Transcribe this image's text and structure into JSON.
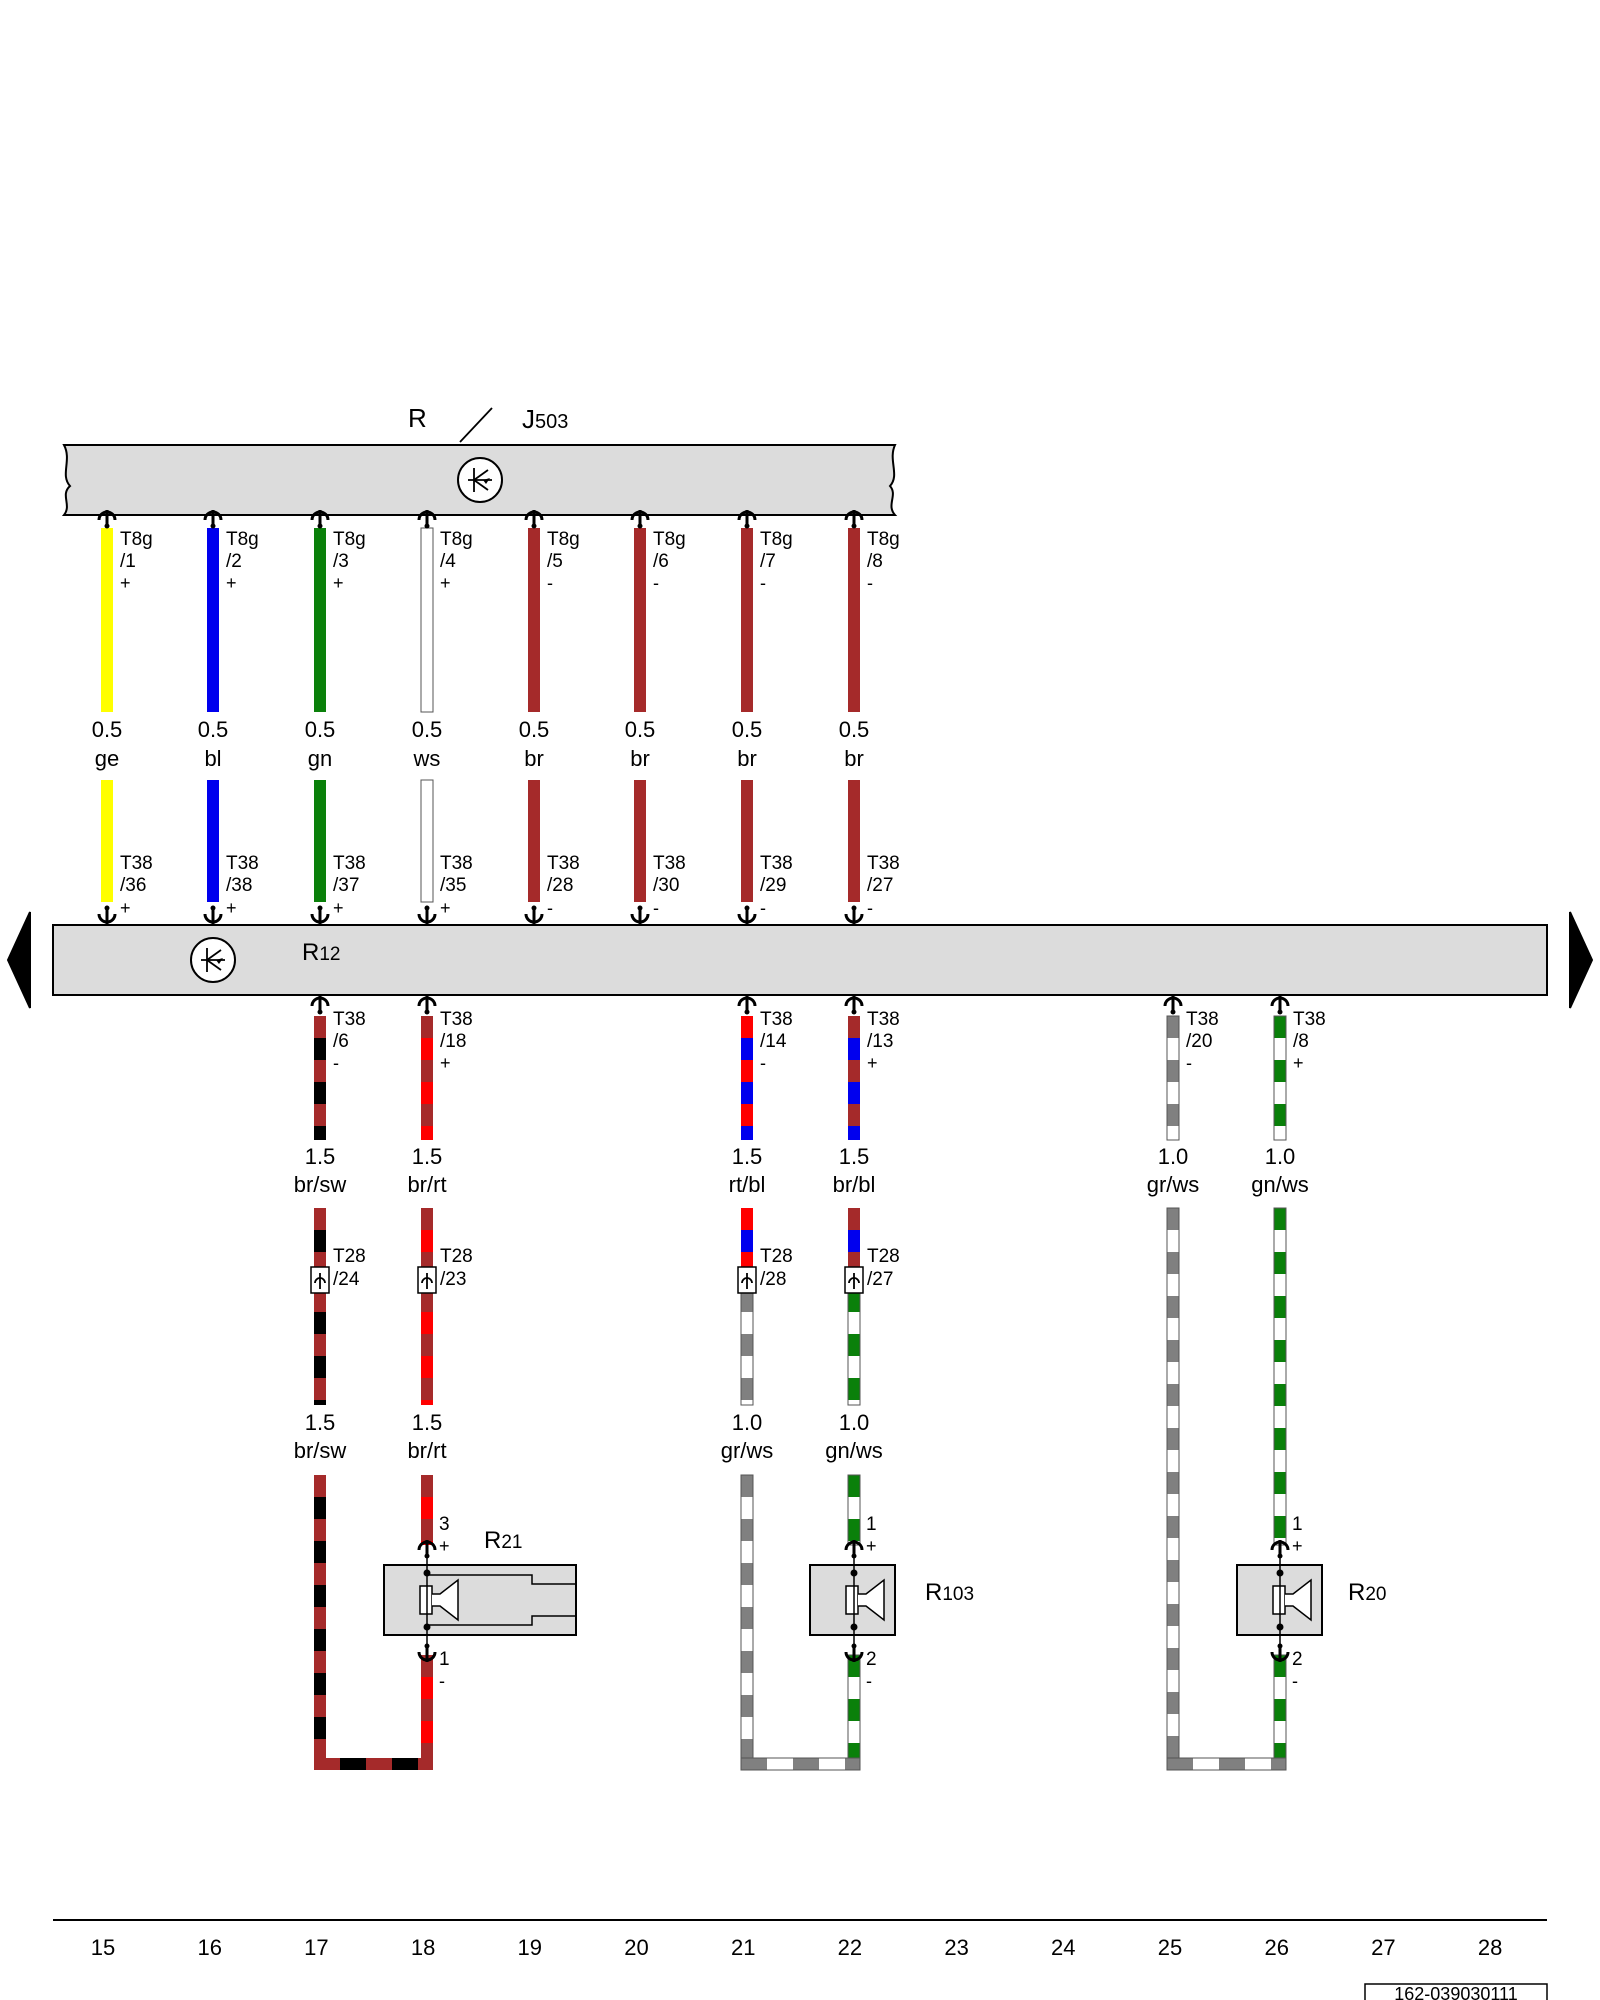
{
  "top_label": {
    "r": "R",
    "j_main": "J",
    "j_sub": "503"
  },
  "r12": {
    "main": "R",
    "sub": "12"
  },
  "r21": {
    "main": "R",
    "sub": "21"
  },
  "r103": {
    "main": "R",
    "sub": "103"
  },
  "r20": {
    "main": "R",
    "sub": "20"
  },
  "upper_wires": [
    {
      "conn": "T8g",
      "pin": "/1",
      "pol": "+",
      "size": "0.5",
      "color": "ge",
      "lower_conn": "T38",
      "lower_pin": "/36",
      "lower_pol": "+",
      "stripes": [
        "#ffff00"
      ]
    },
    {
      "conn": "T8g",
      "pin": "/2",
      "pol": "+",
      "size": "0.5",
      "color": "bl",
      "lower_conn": "T38",
      "lower_pin": "/38",
      "lower_pol": "+",
      "stripes": [
        "#0000ee"
      ]
    },
    {
      "conn": "T8g",
      "pin": "/3",
      "pol": "+",
      "size": "0.5",
      "color": "gn",
      "lower_conn": "T38",
      "lower_pin": "/37",
      "lower_pol": "+",
      "stripes": [
        "#0a800a"
      ]
    },
    {
      "conn": "T8g",
      "pin": "/4",
      "pol": "+",
      "size": "0.5",
      "color": "ws",
      "lower_conn": "T38",
      "lower_pin": "/35",
      "lower_pol": "+",
      "stripes": [
        "#ffffff"
      ]
    },
    {
      "conn": "T8g",
      "pin": "/5",
      "pol": "-",
      "size": "0.5",
      "color": "br",
      "lower_conn": "T38",
      "lower_pin": "/28",
      "lower_pol": "-",
      "stripes": [
        "#a52a2a"
      ]
    },
    {
      "conn": "T8g",
      "pin": "/6",
      "pol": "-",
      "size": "0.5",
      "color": "br",
      "lower_conn": "T38",
      "lower_pin": "/30",
      "lower_pol": "-",
      "stripes": [
        "#a52a2a"
      ]
    },
    {
      "conn": "T8g",
      "pin": "/7",
      "pol": "-",
      "size": "0.5",
      "color": "br",
      "lower_conn": "T38",
      "lower_pin": "/29",
      "lower_pol": "-",
      "stripes": [
        "#a52a2a"
      ]
    },
    {
      "conn": "T8g",
      "pin": "/8",
      "pol": "-",
      "size": "0.5",
      "color": "br",
      "lower_conn": "T38",
      "lower_pin": "/27",
      "lower_pol": "-",
      "stripes": [
        "#a52a2a"
      ]
    }
  ],
  "lower_wires": [
    {
      "col": 17,
      "conn": "T38",
      "pin": "/6",
      "pol": "-",
      "size1": "1.5",
      "color1": "br/sw",
      "c1": [
        "#a52a2a",
        "#000000"
      ],
      "t28": "T28",
      "t28pin": "/24",
      "size2": "1.5",
      "color2": "br/sw",
      "c2": [
        "#a52a2a",
        "#000000"
      ]
    },
    {
      "col": 18,
      "conn": "T38",
      "pin": "/18",
      "pol": "+",
      "size1": "1.5",
      "color1": "br/rt",
      "c1": [
        "#a52a2a",
        "#ff0000"
      ],
      "t28": "T28",
      "t28pin": "/23",
      "size2": "1.5",
      "color2": "br/rt",
      "c2": [
        "#a52a2a",
        "#ff0000"
      ]
    },
    {
      "col": 21,
      "conn": "T38",
      "pin": "/14",
      "pol": "-",
      "size1": "1.5",
      "color1": "rt/bl",
      "c1": [
        "#ff0000",
        "#0000ee"
      ],
      "t28": "T28",
      "t28pin": "/28",
      "size2": "1.0",
      "color2": "gr/ws",
      "c2": [
        "#808080",
        "#ffffff"
      ]
    },
    {
      "col": 22,
      "conn": "T38",
      "pin": "/13",
      "pol": "+",
      "size1": "1.5",
      "color1": "br/bl",
      "c1": [
        "#a52a2a",
        "#0000ee"
      ],
      "t28": "T28",
      "t28pin": "/27",
      "size2": "1.0",
      "color2": "gn/ws",
      "c2": [
        "#0a800a",
        "#ffffff"
      ]
    },
    {
      "col": 25,
      "conn": "T38",
      "pin": "/20",
      "pol": "-",
      "size1": "1.0",
      "color1": "gr/ws",
      "c1": [
        "#808080",
        "#ffffff"
      ]
    },
    {
      "col": 26,
      "conn": "T38",
      "pin": "/8",
      "pol": "+",
      "size1": "1.0",
      "color1": "gn/ws",
      "c1": [
        "#0a800a",
        "#ffffff"
      ]
    }
  ],
  "speaker_pins": [
    {
      "top_pin": "3",
      "top_pol": "+",
      "bot_pin": "1",
      "bot_pol": "-"
    },
    {
      "top_pin": "1",
      "top_pol": "+",
      "bot_pin": "2",
      "bot_pol": "-"
    },
    {
      "top_pin": "1",
      "top_pol": "+",
      "bot_pin": "2",
      "bot_pol": "-"
    }
  ],
  "columns": [
    "15",
    "16",
    "17",
    "18",
    "19",
    "20",
    "21",
    "22",
    "23",
    "24",
    "25",
    "26",
    "27",
    "28"
  ],
  "doc_number": "162-039030111"
}
